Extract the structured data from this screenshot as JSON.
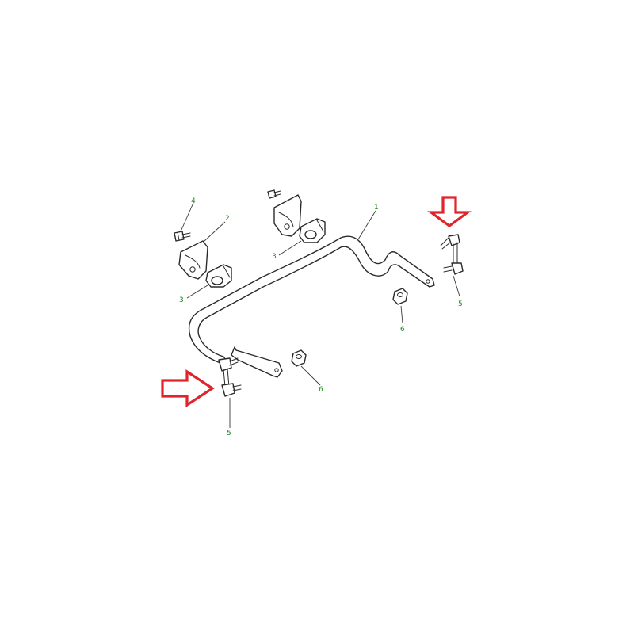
{
  "callouts": [
    {
      "id": "c1",
      "number": "1"
    },
    {
      "id": "c2",
      "number": "2"
    },
    {
      "id": "c3a",
      "number": "3"
    },
    {
      "id": "c3b",
      "number": "3"
    },
    {
      "id": "c4",
      "number": "4"
    },
    {
      "id": "c5a",
      "number": "5"
    },
    {
      "id": "c5b",
      "number": "5"
    },
    {
      "id": "c6a",
      "number": "6"
    },
    {
      "id": "c6b",
      "number": "6"
    }
  ],
  "colors": {
    "callout_text": "#1c8a1c",
    "highlight_arrow": "#e0242b",
    "line_art": "#2a2a2a",
    "background": "#ffffff"
  }
}
